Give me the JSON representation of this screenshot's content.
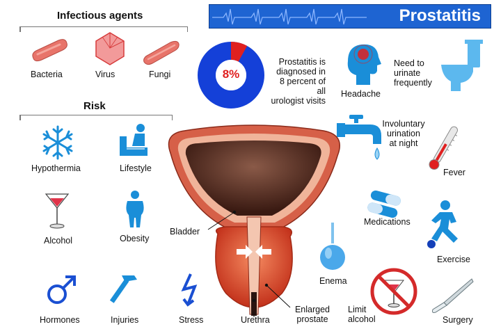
{
  "title": "Prostatitis",
  "infectious": {
    "heading": "Infectious agents",
    "items": [
      {
        "label": "Bacteria"
      },
      {
        "label": "Virus"
      },
      {
        "label": "Fungi"
      }
    ]
  },
  "risk": {
    "heading": "Risk",
    "items": [
      {
        "label": "Hypothermia"
      },
      {
        "label": "Lifestyle"
      },
      {
        "label": "Alcohol"
      },
      {
        "label": "Obesity"
      },
      {
        "label": "Hormones"
      },
      {
        "label": "Injuries"
      },
      {
        "label": "Stress"
      }
    ]
  },
  "stat": {
    "percent_label": "8%",
    "percent_value": 8,
    "line1": "Prostatitis is",
    "line2": "diagnosed in",
    "line3": "8 percent of all",
    "line4": "urologist visits"
  },
  "anatomy": {
    "bladder": "Bladder",
    "urethra": "Urethra",
    "enlarged_line1": "Enlarged",
    "enlarged_line2": "prostate"
  },
  "symptoms": {
    "headache": "Headache",
    "urinate_line1": "Need to",
    "urinate_line2": "urinate",
    "urinate_line3": "frequently",
    "involuntary_line1": "Involuntary",
    "involuntary_line2": "urination",
    "involuntary_line3": "at night",
    "fever": "Fever"
  },
  "treatment": {
    "medications": "Medications",
    "exercise": "Exercise",
    "enema": "Enema",
    "limit_line1": "Limit",
    "limit_line2": "alcohol",
    "surgery": "Surgery"
  },
  "colors": {
    "blue": "#1e64d2",
    "red": "#e02020",
    "bacteria": "#e8746a",
    "bladder_inner": "#5a2e22"
  }
}
